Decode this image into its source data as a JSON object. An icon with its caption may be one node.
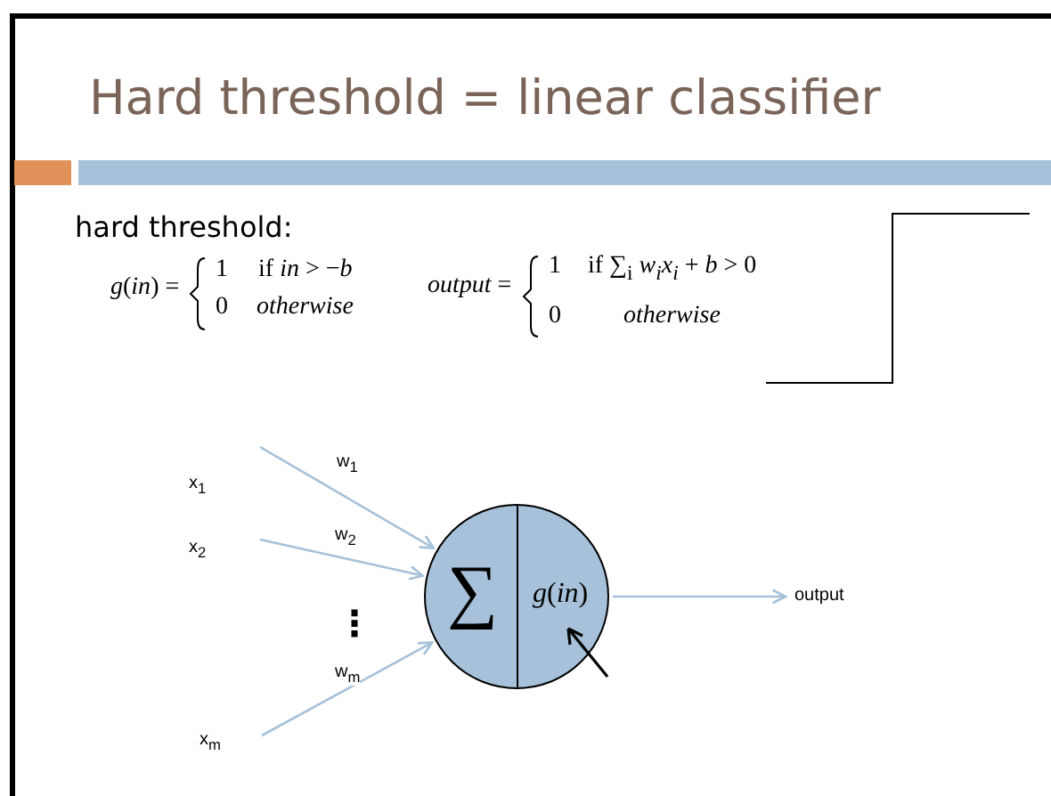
{
  "diagram": {
    "title": "Hard threshold = linear classifier",
    "nodes": [
      {
        "text": [
          "x$_{1}$"
        ]
      },
      {
        "text": [
          "x$_{2}$"
        ]
      },
      {
        "text": [
          "x$_{m}$"
        ]
      },
      {
        "text": [
          "∑",
          "*g*(*in*)"
        ]
      },
      {
        "text": [
          "output"
        ]
      }
    ],
    "edges": [
      {
        "from": 0,
        "to": 3,
        "arrow": "to",
        "label": "w$_{1}$"
      },
      {
        "from": 1,
        "to": 3,
        "arrow": "to",
        "label": "w$_{2}$"
      },
      {
        "from": 2,
        "to": 3,
        "arrow": "to",
        "label": "w$_{m}$"
      },
      {
        "from": 3,
        "to": 4,
        "arrow": "to"
      }
    ],
    "labels": [
      "hard threshold:",
      "*g*(*in*) =",
      "1",
      "if *in* > −*b*",
      "0",
      "*otherwise*",
      "*output* =",
      "1",
      "if ∑$_{i}$ *w$_{i}$x$_{i}$* + *b* > 0",
      "0",
      "*otherwise*",
      "⋮"
    ]
  }
}
